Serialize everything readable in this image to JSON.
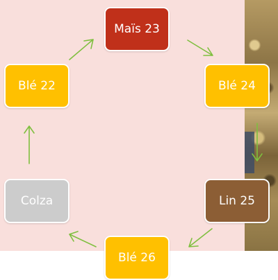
{
  "nodes": {
    "mais": {
      "label": "Maïs 23",
      "color": "#c0301a"
    },
    "ble24": {
      "label": "Blé 24",
      "color": "#ffc000"
    },
    "lin": {
      "label": "Lin 25",
      "color": "#8c5e35"
    },
    "ble26": {
      "label": "Blé 26",
      "color": "#ffc000"
    },
    "colza": {
      "label": "Colza",
      "color": "#cccccc"
    },
    "ble22": {
      "label": "Blé 22",
      "color": "#ffc000"
    }
  },
  "colors": {
    "background": "#f9dfdc",
    "arrow": "#7fbf3f"
  }
}
